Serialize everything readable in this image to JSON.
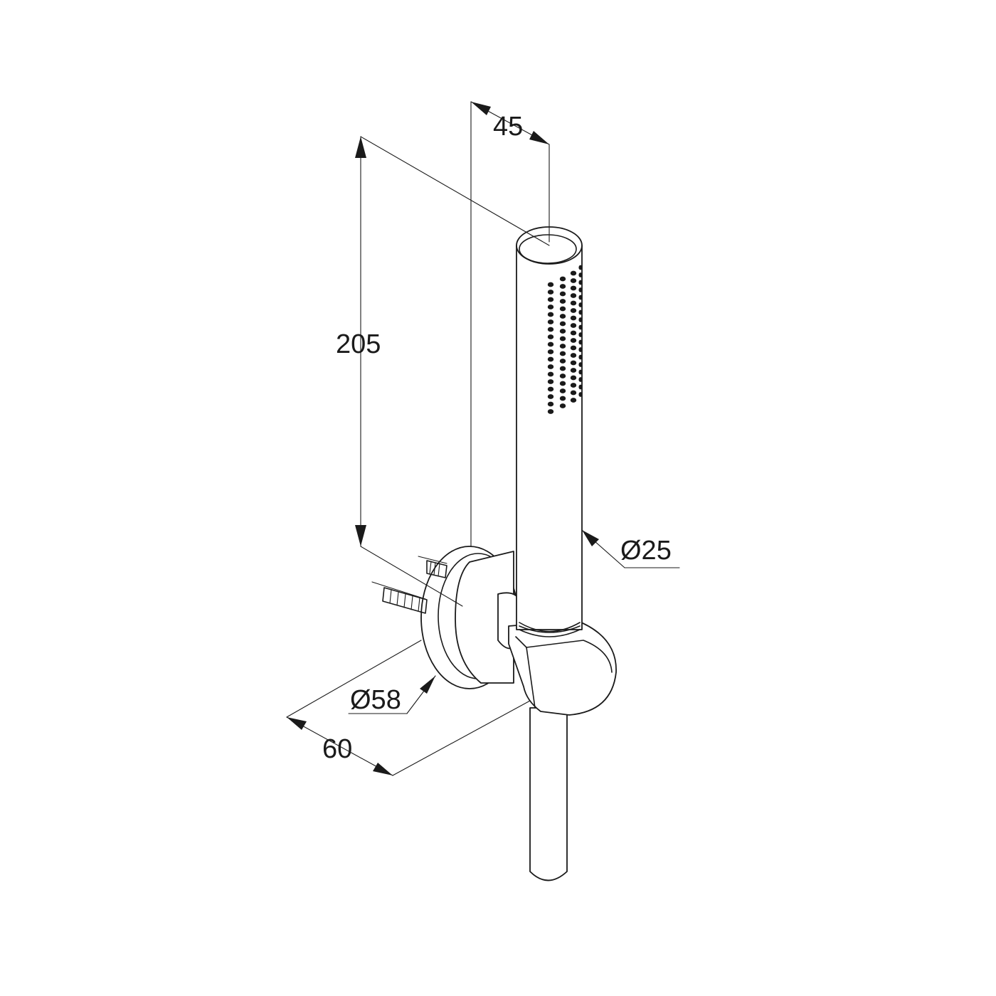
{
  "dimensions": {
    "width_45": "45",
    "height_205": "205",
    "diameter_25": "Ø25",
    "diameter_58": "Ø58",
    "depth_60": "60"
  },
  "colors": {
    "line": "#1a1a1a",
    "background": "#ffffff"
  }
}
